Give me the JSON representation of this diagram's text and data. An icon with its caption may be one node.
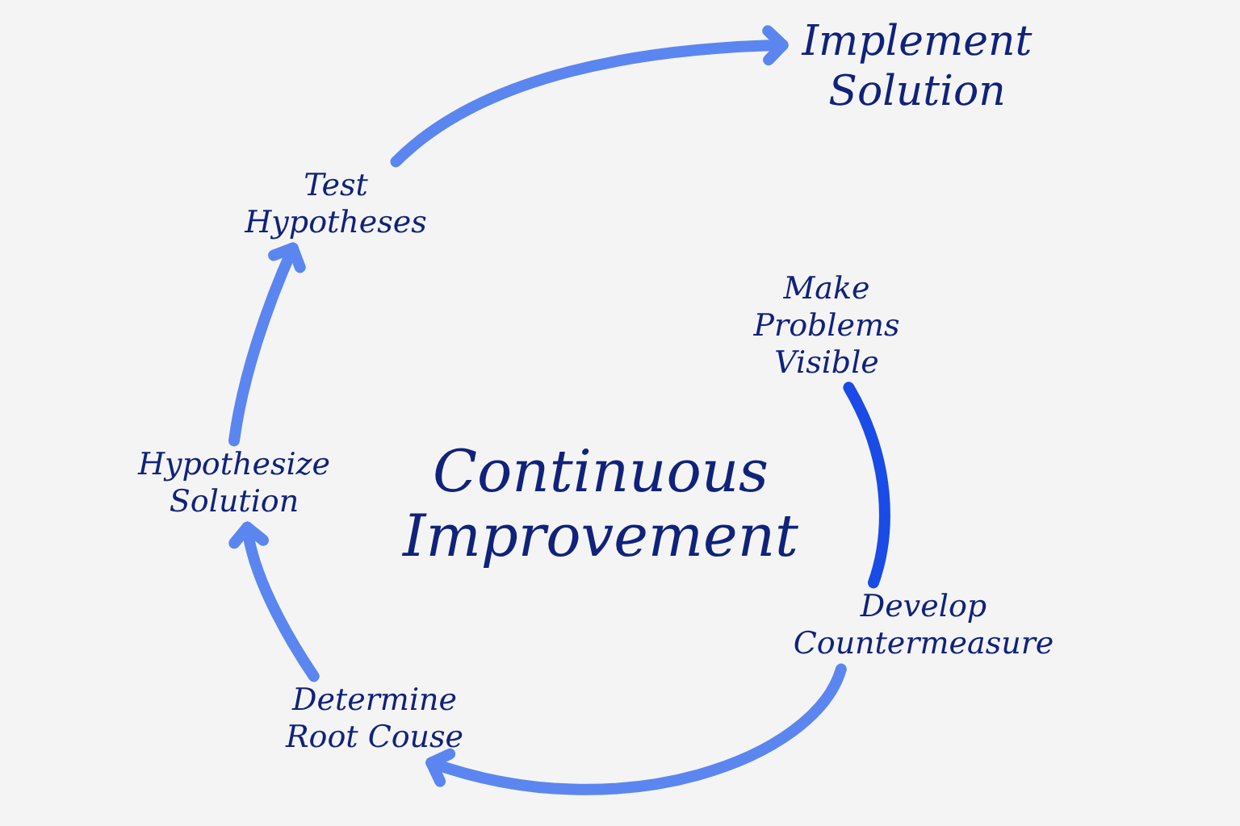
{
  "diagram": {
    "title": "Continuous Improvement",
    "nodes": [
      {
        "text": [
          "Implement Solution"
        ]
      },
      {
        "text": [
          "Test Hypotheses"
        ]
      },
      {
        "text": [
          "Make Problems Visible"
        ]
      },
      {
        "text": [
          "Hypothesize Solution"
        ]
      },
      {
        "text": [
          "Develop Countermeasure"
        ]
      },
      {
        "text": [
          "Determine Root Couse"
        ]
      }
    ],
    "edges": [
      {
        "from": 1,
        "to": 0,
        "arrow": "to"
      },
      {
        "from": 2,
        "to": 4,
        "arrow": "none",
        "color": "#1a4be6"
      },
      {
        "from": 4,
        "to": 5,
        "arrow": "to"
      },
      {
        "from": 5,
        "to": 3,
        "arrow": "to"
      },
      {
        "from": 3,
        "to": 1,
        "arrow": "to"
      }
    ]
  }
}
